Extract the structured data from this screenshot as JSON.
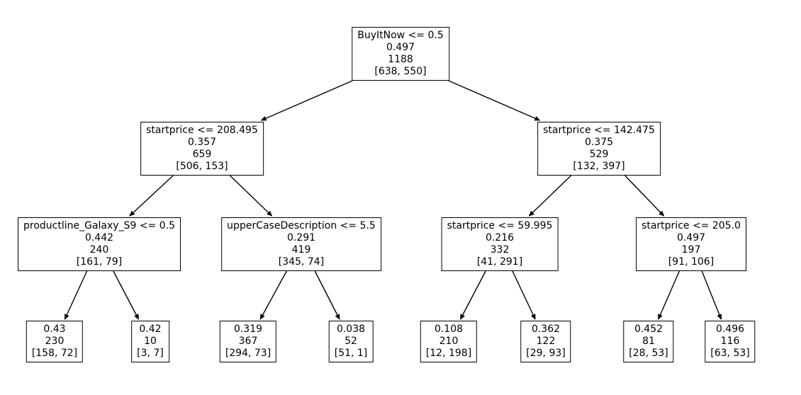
{
  "figure": {
    "background_color": "#ffffff",
    "node_border_color": "#000000",
    "arrow_color": "#000000",
    "text_color": "#000000"
  },
  "tree": {
    "nodes": [
      {
        "condition": "BuyItNow <= 0.5",
        "impurity": "0.497",
        "samples": "1188",
        "value": "[638, 550]"
      },
      {
        "condition": "startprice <= 208.495",
        "impurity": "0.357",
        "samples": "659",
        "value": "[506, 153]"
      },
      {
        "condition": "startprice <= 142.475",
        "impurity": "0.375",
        "samples": "529",
        "value": "[132, 397]"
      },
      {
        "condition": "productline_Galaxy_S9 <= 0.5",
        "impurity": "0.442",
        "samples": "240",
        "value": "[161, 79]"
      },
      {
        "condition": "upperCaseDescription <= 5.5",
        "impurity": "0.291",
        "samples": "419",
        "value": "[345, 74]"
      },
      {
        "condition": "startprice <= 59.995",
        "impurity": "0.216",
        "samples": "332",
        "value": "[41, 291]"
      },
      {
        "condition": "startprice <= 205.0",
        "impurity": "0.497",
        "samples": "197",
        "value": "[91, 106]"
      },
      {
        "impurity": "0.43",
        "samples": "230",
        "value": "[158, 72]"
      },
      {
        "impurity": "0.42",
        "samples": "10",
        "value": "[3, 7]"
      },
      {
        "impurity": "0.319",
        "samples": "367",
        "value": "[294, 73]"
      },
      {
        "impurity": "0.038",
        "samples": "52",
        "value": "[51, 1]"
      },
      {
        "impurity": "0.108",
        "samples": "210",
        "value": "[12, 198]"
      },
      {
        "impurity": "0.362",
        "samples": "122",
        "value": "[29, 93]"
      },
      {
        "impurity": "0.452",
        "samples": "81",
        "value": "[28, 53]"
      },
      {
        "impurity": "0.496",
        "samples": "116",
        "value": "[63, 53]"
      }
    ],
    "edges": [
      [
        0,
        1
      ],
      [
        0,
        2
      ],
      [
        1,
        3
      ],
      [
        1,
        4
      ],
      [
        2,
        5
      ],
      [
        2,
        6
      ],
      [
        3,
        7
      ],
      [
        3,
        8
      ],
      [
        4,
        9
      ],
      [
        4,
        10
      ],
      [
        5,
        11
      ],
      [
        5,
        12
      ],
      [
        6,
        13
      ],
      [
        6,
        14
      ]
    ]
  }
}
